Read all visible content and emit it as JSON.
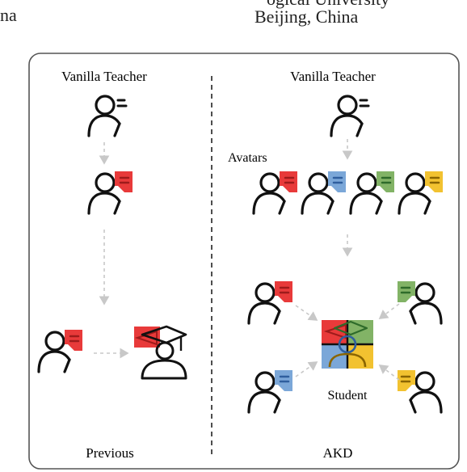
{
  "header": {
    "left_fragment": "na",
    "right_fragment_top": "ogical University",
    "right_fragment": "Beijing, China"
  },
  "diagram": {
    "previous": {
      "teacher_label": "Vanilla Teacher",
      "caption": "Previous"
    },
    "akd": {
      "teacher_label": "Vanilla Teacher",
      "avatars_label": "Avatars",
      "student_label": "Student",
      "caption": "AKD"
    }
  },
  "colors": {
    "red": "#e83a3a",
    "blue": "#7ba7d8",
    "green": "#82b366",
    "yellow": "#f2c230",
    "dark_red": "#9e1b1b",
    "dark_blue": "#2f5f9e",
    "dark_green": "#2e6b2a",
    "dark_yellow": "#8a6500",
    "stroke": "#111111",
    "arrow": "#c8c8c8"
  }
}
